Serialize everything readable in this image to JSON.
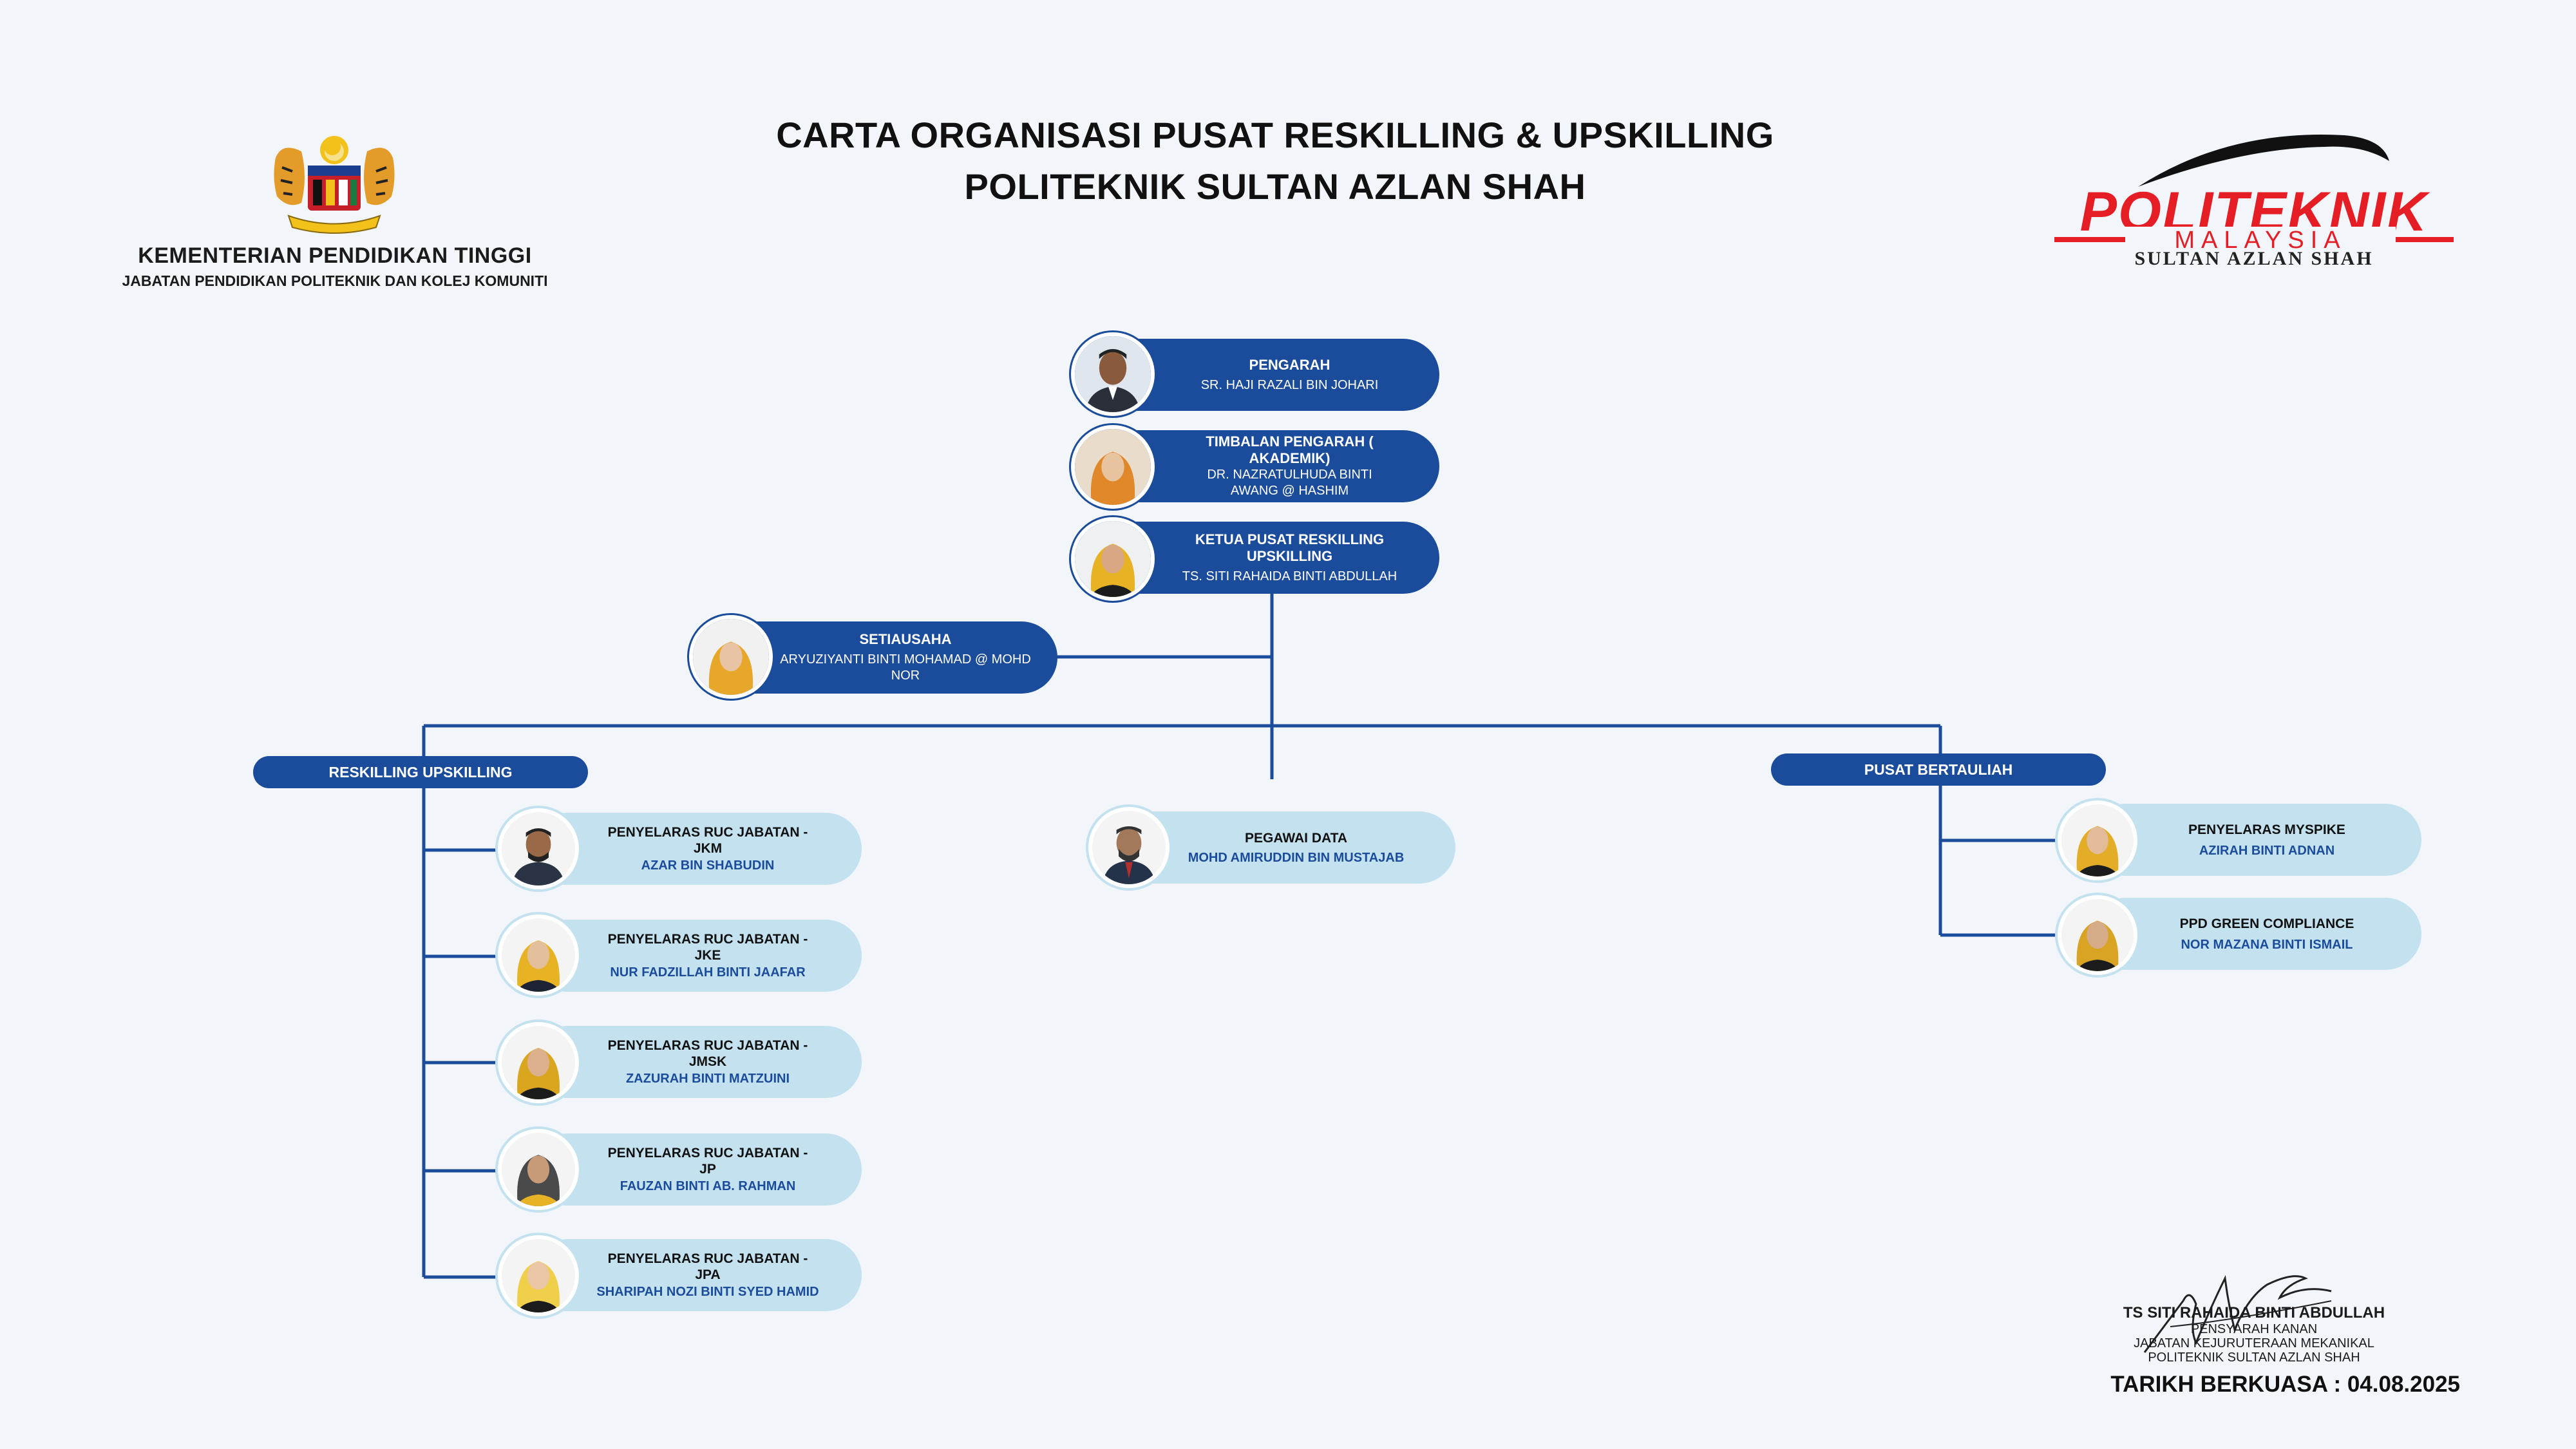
{
  "header": {
    "ministry_line1": "KEMENTERIAN PENDIDIKAN TINGGI",
    "ministry_line2": "JABATAN PENDIDIKAN POLITEKNIK DAN KOLEJ KOMUNITI",
    "title_line1": "CARTA ORGANISASI PUSAT RESKILLING & UPSKILLING",
    "title_line2": "POLITEKNIK SULTAN AZLAN SHAH",
    "logo_word": "POLITEKNIK",
    "logo_sub1": "MALAYSIA",
    "logo_sub2": "SULTAN AZLAN SHAH"
  },
  "top_chain": [
    {
      "role": "PENGARAH",
      "name": "SR. HAJI RAZALI BIN JOHARI"
    },
    {
      "role": "TIMBALAN PENGARAH ( AKADEMIK)",
      "name": "DR. NAZRATULHUDA BINTI AWANG @ HASHIM"
    },
    {
      "role": "KETUA PUSAT RESKILLING UPSKILLING",
      "name": "TS. SITI RAHAIDA BINTI ABDULLAH"
    }
  ],
  "secretary": {
    "role": "SETIAUSAHA",
    "name": "ARYUZIYANTI BINTI MOHAMAD @ MOHD NOR"
  },
  "sections": {
    "left": "RESKILLING UPSKILLING",
    "right": "PUSAT BERTAULIAH"
  },
  "left_members": [
    {
      "role": "PENYELARAS RUC JABATAN - JKM",
      "name": "AZAR BIN SHABUDIN"
    },
    {
      "role": "PENYELARAS RUC JABATAN - JKE",
      "name": "NUR FADZILLAH BINTI JAAFAR"
    },
    {
      "role": "PENYELARAS RUC JABATAN - JMSK",
      "name": "ZAZURAH BINTI MATZUINI"
    },
    {
      "role": "PENYELARAS RUC JABATAN - JP",
      "name": "FAUZAN BINTI AB. RAHMAN"
    },
    {
      "role": "PENYELARAS RUC JABATAN - JPA",
      "name": "SHARIPAH NOZI BINTI SYED HAMID"
    }
  ],
  "center_member": {
    "role": "PEGAWAI DATA",
    "name": "MOHD AMIRUDDIN BIN MUSTAJAB"
  },
  "right_members": [
    {
      "role": "PENYELARAS MYSPIKE",
      "name": "AZIRAH BINTI ADNAN"
    },
    {
      "role": "PPD GREEN COMPLIANCE",
      "name": "NOR MAZANA BINTI ISMAIL"
    }
  ],
  "signature": {
    "name": "TS SITI RAHAIDA BINTI ABDULLAH",
    "line1": "PENSYARAH KANAN",
    "line2": "JABATAN KEJURUTERAAN MEKANIKAL",
    "line3": "POLITEKNIK SULTAN AZLAN SHAH"
  },
  "effective_date": "TARIKH BERKUASA : 04.08.2025",
  "colors": {
    "primary": "#1a4c9b",
    "light": "#c3e1ee",
    "logo_red": "#e51e25",
    "background": "#f2f6fb"
  }
}
